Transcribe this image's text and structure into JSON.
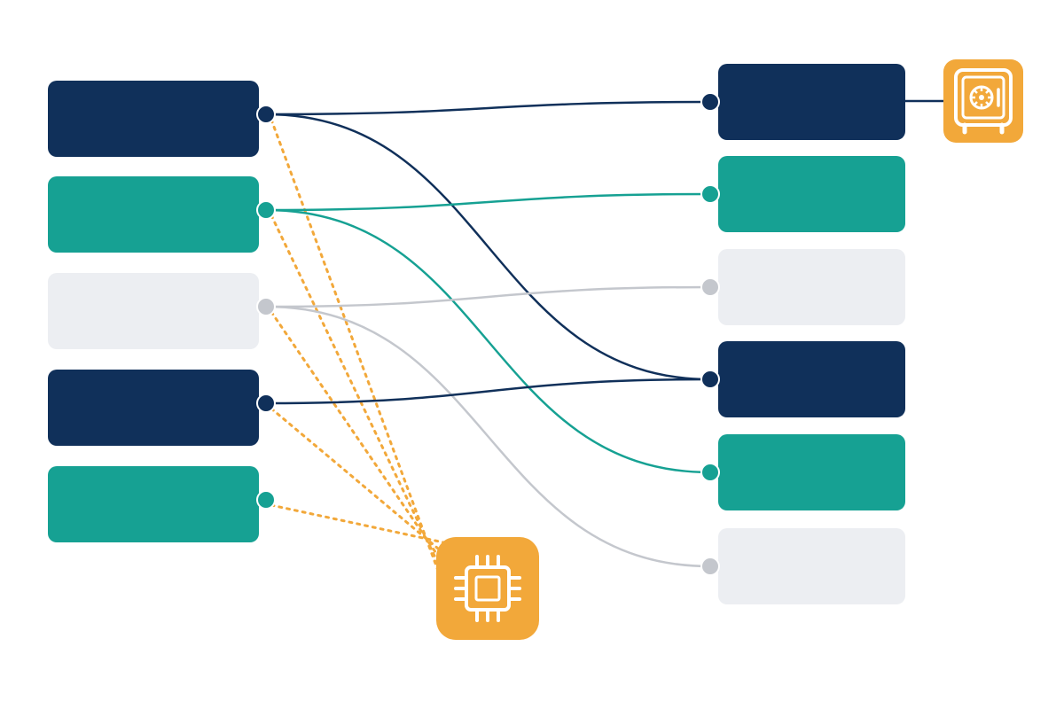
{
  "colors": {
    "navy": "#10305a",
    "teal": "#16a193",
    "light": "#eceef2",
    "light_dot": "#c4c7cd",
    "accent": "#f2a83a",
    "background": "#ffffff"
  },
  "left_nodes": [
    {
      "id": "l1",
      "color": "navy"
    },
    {
      "id": "l2",
      "color": "teal"
    },
    {
      "id": "l3",
      "color": "light"
    },
    {
      "id": "l4",
      "color": "navy"
    },
    {
      "id": "l5",
      "color": "teal"
    }
  ],
  "right_nodes": [
    {
      "id": "r1",
      "color": "navy"
    },
    {
      "id": "r2",
      "color": "teal"
    },
    {
      "id": "r3",
      "color": "light"
    },
    {
      "id": "r4",
      "color": "navy"
    },
    {
      "id": "r5",
      "color": "teal"
    },
    {
      "id": "r6",
      "color": "light"
    }
  ],
  "links": [
    {
      "from": "l1",
      "to": "r1",
      "color": "navy"
    },
    {
      "from": "l1",
      "to": "r4",
      "color": "navy"
    },
    {
      "from": "l2",
      "to": "r2",
      "color": "teal"
    },
    {
      "from": "l2",
      "to": "r5",
      "color": "teal"
    },
    {
      "from": "l3",
      "to": "r3",
      "color": "light_dot"
    },
    {
      "from": "l3",
      "to": "r6",
      "color": "light_dot"
    },
    {
      "from": "l4",
      "to": "r4",
      "color": "navy"
    }
  ],
  "processor_links": [
    "l1",
    "l2",
    "l3",
    "l4",
    "l5"
  ],
  "icons": {
    "processor": "cpu-chip-icon",
    "storage": "safe-vault-icon"
  }
}
